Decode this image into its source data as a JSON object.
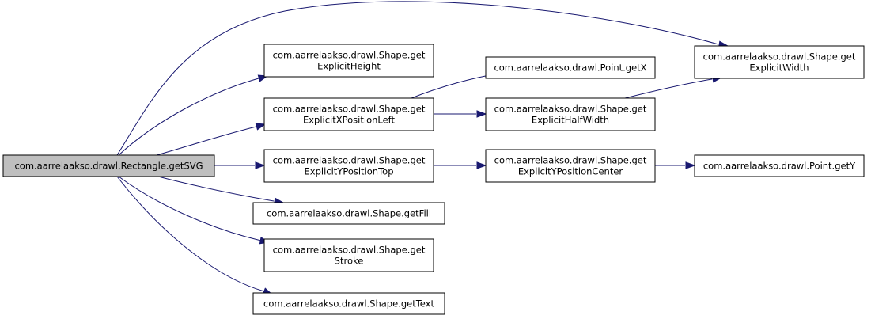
{
  "nodes": {
    "root": {
      "lines": [
        "com.aarrelaakso.drawl.Rectangle.getSVG"
      ]
    },
    "getExplicitHeight": {
      "lines": [
        "com.aarrelaakso.drawl.Shape.get",
        "ExplicitHeight"
      ]
    },
    "getExplicitXPositionLeft": {
      "lines": [
        "com.aarrelaakso.drawl.Shape.get",
        "ExplicitXPositionLeft"
      ]
    },
    "getExplicitYPositionTop": {
      "lines": [
        "com.aarrelaakso.drawl.Shape.get",
        "ExplicitYPositionTop"
      ]
    },
    "getFill": {
      "lines": [
        "com.aarrelaakso.drawl.Shape.getFill"
      ]
    },
    "getStroke": {
      "lines": [
        "com.aarrelaakso.drawl.Shape.get",
        "Stroke"
      ]
    },
    "getText": {
      "lines": [
        "com.aarrelaakso.drawl.Shape.getText"
      ]
    },
    "pointGetX": {
      "lines": [
        "com.aarrelaakso.drawl.Point.getX"
      ]
    },
    "getExplicitHalfWidth": {
      "lines": [
        "com.aarrelaakso.drawl.Shape.get",
        "ExplicitHalfWidth"
      ]
    },
    "getExplicitYPositionCenter": {
      "lines": [
        "com.aarrelaakso.drawl.Shape.get",
        "ExplicitYPositionCenter"
      ]
    },
    "getExplicitWidth": {
      "lines": [
        "com.aarrelaakso.drawl.Shape.get",
        "ExplicitWidth"
      ]
    },
    "pointGetY": {
      "lines": [
        "com.aarrelaakso.drawl.Point.getY"
      ]
    }
  },
  "edges": [
    {
      "from": "root",
      "to": "getExplicitWidth"
    },
    {
      "from": "root",
      "to": "getExplicitHeight"
    },
    {
      "from": "root",
      "to": "getExplicitXPositionLeft"
    },
    {
      "from": "root",
      "to": "getExplicitYPositionTop"
    },
    {
      "from": "root",
      "to": "getFill"
    },
    {
      "from": "root",
      "to": "getStroke"
    },
    {
      "from": "root",
      "to": "getText"
    },
    {
      "from": "getExplicitXPositionLeft",
      "to": "pointGetX"
    },
    {
      "from": "getExplicitXPositionLeft",
      "to": "getExplicitHalfWidth"
    },
    {
      "from": "getExplicitHalfWidth",
      "to": "getExplicitWidth"
    },
    {
      "from": "getExplicitYPositionTop",
      "to": "getExplicitYPositionCenter"
    },
    {
      "from": "getExplicitYPositionCenter",
      "to": "pointGetY"
    }
  ],
  "colors": {
    "edge": "#191970",
    "root_fill": "#bfbfbf",
    "node_fill": "#ffffff",
    "node_stroke": "#000000"
  }
}
